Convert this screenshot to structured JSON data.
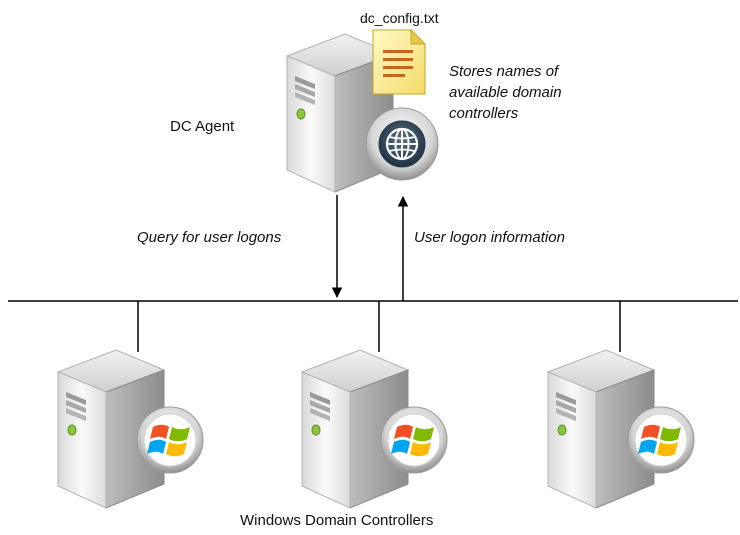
{
  "file": {
    "name": "dc_config.txt"
  },
  "agent": {
    "label": "DC Agent",
    "note_lines": [
      "Stores names of",
      "available domain",
      "controllers"
    ]
  },
  "arrows": {
    "query_label": "Query for user logons",
    "response_label": "User logon information"
  },
  "group": {
    "label": "Windows Domain Controllers"
  },
  "colors": {
    "line": "#000000",
    "server_light": "#f4f4f4",
    "server_dark": "#a9a9a9",
    "led": "#8cc63f"
  }
}
